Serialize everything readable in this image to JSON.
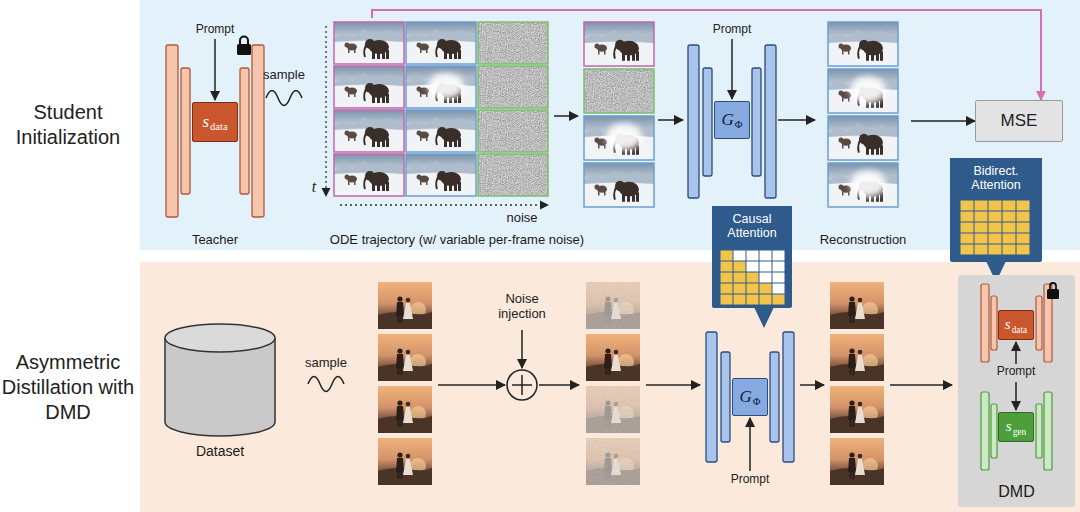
{
  "diagram": {
    "nodes": [
      {
        "text": [
          "Student Initialization"
        ]
      },
      {
        "text": [
          "Teacher"
        ],
        "in": 0
      },
      {
        "text": [
          "s",
          "data"
        ],
        "in": 1
      },
      {
        "text": [
          "ODE trajectory (w/ variable per-frame noise)"
        ],
        "in": 0
      },
      {
        "text": [
          "G",
          "Φ"
        ],
        "in": 0
      },
      {
        "text": [
          "Reconstruction"
        ],
        "in": 0
      },
      {
        "text": [
          "MSE"
        ],
        "in": 0
      },
      {
        "text": [
          "Bidirect. Attention"
        ]
      },
      {
        "text": [
          "Asymmetric Distillation with DMD"
        ]
      },
      {
        "text": [
          "Dataset"
        ],
        "in": 8
      },
      {
        "text": [
          "Causal Attention"
        ]
      },
      {
        "text": [
          "G",
          "Φ"
        ],
        "in": 8
      },
      {
        "text": [
          "DMD"
        ],
        "in": 8
      },
      {
        "text": [
          "s",
          "data"
        ],
        "in": 12
      },
      {
        "text": [
          "s",
          "gen"
        ],
        "in": 12
      }
    ],
    "edges": [
      {
        "from": 3,
        "to": 6,
        "arrow": "to"
      },
      {
        "from": 4,
        "to": 5,
        "arrow": "to"
      },
      {
        "from": 5,
        "to": 6,
        "arrow": "to"
      }
    ],
    "labels": [
      "Prompt",
      "sample",
      "t",
      "noise",
      "Prompt",
      "sample",
      "Noise injection",
      "Prompt",
      "Prompt"
    ]
  }
}
